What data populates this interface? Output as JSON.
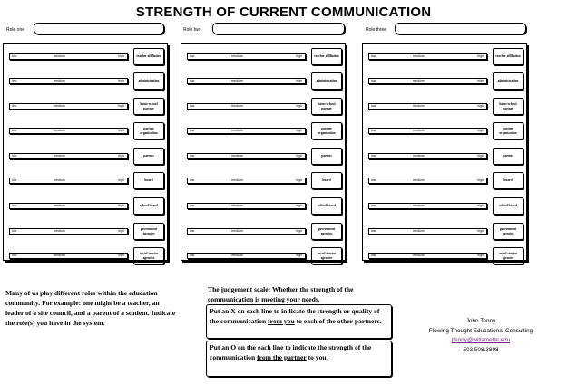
{
  "title": "STRENGTH OF CURRENT COMMUNICATION",
  "roles": [
    {
      "label": "Role one"
    },
    {
      "label": "Role two"
    },
    {
      "label": "Role three"
    }
  ],
  "scale": {
    "low": "low",
    "medium": "medium",
    "high": "high"
  },
  "partners": [
    "teacher affiliation",
    "administration",
    "home-school partner",
    "partner organization",
    "parents",
    "board",
    "school board",
    "government agencies",
    "social service agencies"
  ],
  "notes": {
    "left": "Many of us play different roles within the education community. For example: one might be a teacher, an leader of a site council, and a parent of a student. Indicate the role(s) you have in the system.",
    "scale_intro": "The judgement scale:  Whether the strength of the communication is meeting your needs.",
    "x_instruction_a": "Put an X on each line to indicate the strength or quality of the communication ",
    "x_instruction_u": "from you",
    "x_instruction_b": " to each  of the other partners.",
    "o_instruction_a": "Put an O on the each line to indicate the strength of the communication ",
    "o_instruction_u1": "from the partner",
    "o_instruction_b": " to you."
  },
  "contact": {
    "name": "John Tenny",
    "org": "Flowing Thought Educational Consulting",
    "email": "jtenny@willamette.edu",
    "phone": "503.508.3898"
  }
}
